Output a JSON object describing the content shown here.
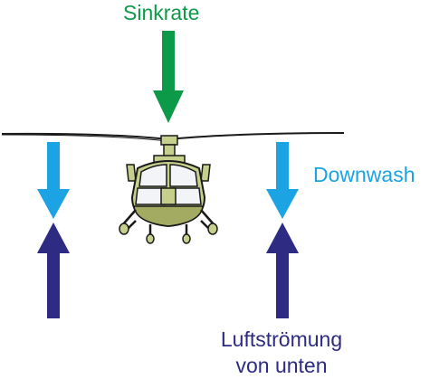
{
  "labels": {
    "sink_rate": "Sinkrate",
    "downwash": "Downwash",
    "upflow_line1": "Luftströmung",
    "upflow_line2": "von unten"
  },
  "colors": {
    "sink_rate": "#0d9a48",
    "downwash": "#1ba3e3",
    "upflow": "#2e2b82",
    "fuselage": "#c7cf8d",
    "fuselage_dark": "#a3ab62",
    "outline": "#1a1a1a",
    "glass": "#f2f4f8"
  },
  "icons": {
    "helicopter": "helicopter-front-view-icon"
  }
}
